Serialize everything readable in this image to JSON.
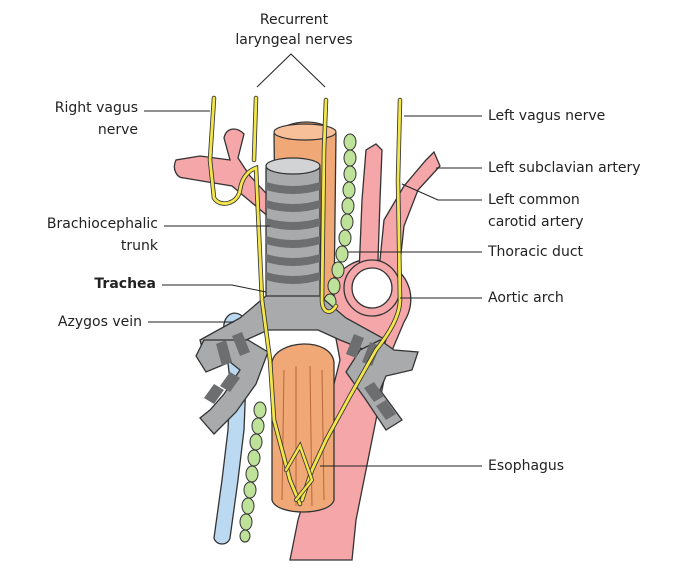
{
  "diagram": {
    "labels": {
      "recurrent_line1": "Recurrent",
      "recurrent_line2": "laryngeal nerves",
      "right_vagus_line1": "Right vagus",
      "right_vagus_line2": "nerve",
      "brachiocephalic_line1": "Brachiocephalic",
      "brachiocephalic_line2": "trunk",
      "trachea": "Trachea",
      "azygos": "Azygos vein",
      "left_vagus": "Left vagus nerve",
      "left_subclavian": "Left subclavian artery",
      "left_common_line1": "Left common",
      "left_common_line2": "carotid artery",
      "thoracic_duct": "Thoracic duct",
      "aortic_arch": "Aortic arch",
      "esophagus": "Esophagus"
    },
    "colors": {
      "trachea_gray": "#a9aaac",
      "trachea_ring_dark": "#6d6e70",
      "esophagus_orange": "#f0a877",
      "artery_pink": "#f4a6a8",
      "nerve_yellow": "#f3e64a",
      "thoracic_duct_green": "#bfe29a",
      "azygos_blue": "#bcd9f2",
      "outline": "#333333"
    }
  }
}
